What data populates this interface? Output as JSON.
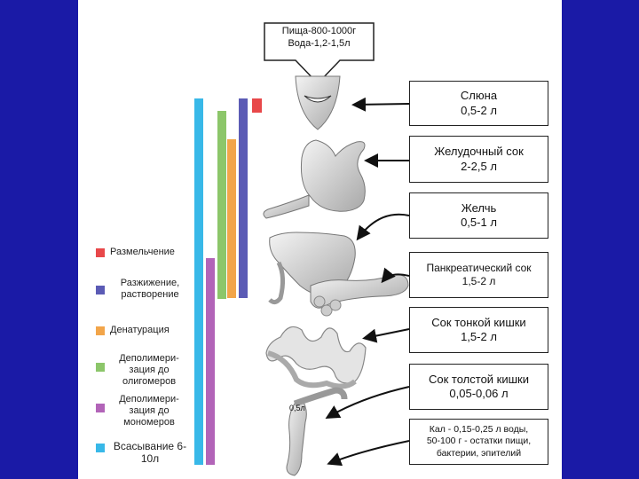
{
  "colors": {
    "background": "#1a1aa6",
    "red": "#e8484a",
    "blue": "#5b5bb5",
    "orange": "#f2a54a",
    "green": "#8cc66a",
    "purple": "#b264b8",
    "cyan": "#38b8e8"
  },
  "intake": {
    "line1": "Пища-800-1000г",
    "line2": "Вода-1,2-1,5л"
  },
  "boxes": [
    {
      "line1": "Слюна",
      "line2": "0,5-2 л"
    },
    {
      "line1": "Желудочный сок",
      "line2": "2-2,5 л"
    },
    {
      "line1": "Желчь",
      "line2": "0,5-1 л"
    },
    {
      "line1": "Панкреатический сок",
      "line2": "1,5-2 л"
    },
    {
      "line1": "Сок тонкой кишки",
      "line2": "1,5-2 л"
    },
    {
      "line1": "Сок толстой кишки",
      "line2": "0,05-0,06 л"
    },
    {
      "line1": "Кал - 0,15-0,25 л воды,",
      "line2": "50-100 г - остатки пищи,",
      "line3": "бактерии, эпителий"
    }
  ],
  "colon_label": "0,5л",
  "legend": [
    {
      "label": "Размельчение",
      "color": "#e8484a",
      "icon": "red-square"
    },
    {
      "label": "Разжижение, растворение",
      "color": "#5b5bb5",
      "icon": "blue-square"
    },
    {
      "label": "Денатурация",
      "color": "#f2a54a",
      "icon": "orange-square"
    },
    {
      "label": "Деполимери-зация до олигомеров",
      "color": "#8cc66a",
      "icon": "green-square"
    },
    {
      "label": "Деполимери-зация до мономеров",
      "color": "#b264b8",
      "icon": "purple-square"
    },
    {
      "label": "Всасывание 6-10л",
      "color": "#38b8e8",
      "icon": "cyan-square"
    }
  ]
}
